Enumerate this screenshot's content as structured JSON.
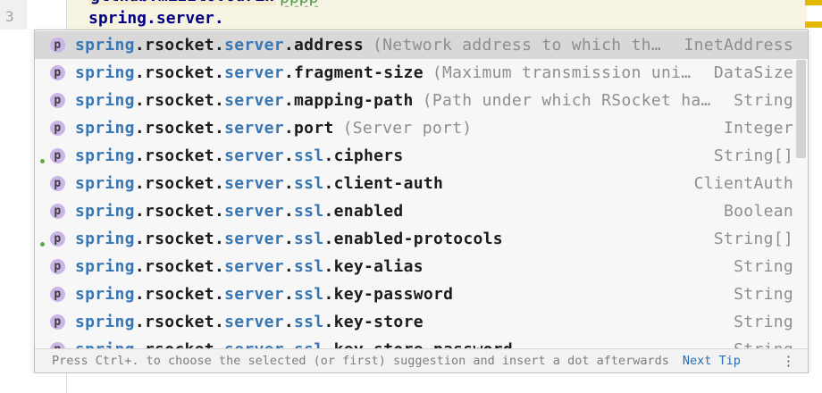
{
  "editor": {
    "line_numbers": {
      "clipped_above": "2",
      "current": "3"
    },
    "clipped_line": {
      "key": "gltnub.mizzlovourin",
      "value": "pppp"
    },
    "typed_line": "spring.server."
  },
  "error_stripe": {
    "marks": [
      "warning",
      "warning"
    ],
    "mark_color": "#e5b800"
  },
  "popup": {
    "icon_letter": "p",
    "items": [
      {
        "selected": true,
        "green_dot": false,
        "segments": [
          {
            "t": "spring",
            "m": true
          },
          {
            "t": ".",
            "m": false
          },
          {
            "t": "rsocket",
            "m": false
          },
          {
            "t": ".",
            "m": false
          },
          {
            "t": "server",
            "m": true
          },
          {
            "t": ".",
            "m": false
          },
          {
            "t": "address",
            "m": false
          }
        ],
        "desc": "(Network address to which th…",
        "type": "InetAddress"
      },
      {
        "selected": false,
        "green_dot": false,
        "segments": [
          {
            "t": "spring",
            "m": true
          },
          {
            "t": ".",
            "m": false
          },
          {
            "t": "rsocket",
            "m": false
          },
          {
            "t": ".",
            "m": false
          },
          {
            "t": "server",
            "m": true
          },
          {
            "t": ".",
            "m": false
          },
          {
            "t": "fragment-size",
            "m": false
          }
        ],
        "desc": "(Maximum transmission uni…",
        "type": "DataSize"
      },
      {
        "selected": false,
        "green_dot": false,
        "segments": [
          {
            "t": "spring",
            "m": true
          },
          {
            "t": ".",
            "m": false
          },
          {
            "t": "rsocket",
            "m": false
          },
          {
            "t": ".",
            "m": false
          },
          {
            "t": "server",
            "m": true
          },
          {
            "t": ".",
            "m": false
          },
          {
            "t": "mapping-path",
            "m": false
          }
        ],
        "desc": "(Path under which RSocket ha…",
        "type": "String"
      },
      {
        "selected": false,
        "green_dot": false,
        "segments": [
          {
            "t": "spring",
            "m": true
          },
          {
            "t": ".",
            "m": false
          },
          {
            "t": "rsocket",
            "m": false
          },
          {
            "t": ".",
            "m": false
          },
          {
            "t": "server",
            "m": true
          },
          {
            "t": ".",
            "m": false
          },
          {
            "t": "port",
            "m": false
          }
        ],
        "desc": "(Server port)",
        "type": "Integer"
      },
      {
        "selected": false,
        "green_dot": true,
        "segments": [
          {
            "t": "spring",
            "m": true
          },
          {
            "t": ".",
            "m": false
          },
          {
            "t": "rsocket",
            "m": false
          },
          {
            "t": ".",
            "m": false
          },
          {
            "t": "server",
            "m": true
          },
          {
            "t": ".",
            "m": false
          },
          {
            "t": "ssl",
            "m": true
          },
          {
            "t": ".",
            "m": false
          },
          {
            "t": "ciphers",
            "m": false
          }
        ],
        "desc": "",
        "type": "String[]"
      },
      {
        "selected": false,
        "green_dot": false,
        "segments": [
          {
            "t": "spring",
            "m": true
          },
          {
            "t": ".",
            "m": false
          },
          {
            "t": "rsocket",
            "m": false
          },
          {
            "t": ".",
            "m": false
          },
          {
            "t": "server",
            "m": true
          },
          {
            "t": ".",
            "m": false
          },
          {
            "t": "ssl",
            "m": true
          },
          {
            "t": ".",
            "m": false
          },
          {
            "t": "client-auth",
            "m": false
          }
        ],
        "desc": "",
        "type": "ClientAuth"
      },
      {
        "selected": false,
        "green_dot": false,
        "segments": [
          {
            "t": "spring",
            "m": true
          },
          {
            "t": ".",
            "m": false
          },
          {
            "t": "rsocket",
            "m": false
          },
          {
            "t": ".",
            "m": false
          },
          {
            "t": "server",
            "m": true
          },
          {
            "t": ".",
            "m": false
          },
          {
            "t": "ssl",
            "m": true
          },
          {
            "t": ".",
            "m": false
          },
          {
            "t": "enabled",
            "m": false
          }
        ],
        "desc": "",
        "type": "Boolean"
      },
      {
        "selected": false,
        "green_dot": true,
        "segments": [
          {
            "t": "spring",
            "m": true
          },
          {
            "t": ".",
            "m": false
          },
          {
            "t": "rsocket",
            "m": false
          },
          {
            "t": ".",
            "m": false
          },
          {
            "t": "server",
            "m": true
          },
          {
            "t": ".",
            "m": false
          },
          {
            "t": "ssl",
            "m": true
          },
          {
            "t": ".",
            "m": false
          },
          {
            "t": "enabled-protocols",
            "m": false
          }
        ],
        "desc": "",
        "type": "String[]"
      },
      {
        "selected": false,
        "green_dot": false,
        "segments": [
          {
            "t": "spring",
            "m": true
          },
          {
            "t": ".",
            "m": false
          },
          {
            "t": "rsocket",
            "m": false
          },
          {
            "t": ".",
            "m": false
          },
          {
            "t": "server",
            "m": true
          },
          {
            "t": ".",
            "m": false
          },
          {
            "t": "ssl",
            "m": true
          },
          {
            "t": ".",
            "m": false
          },
          {
            "t": "key-alias",
            "m": false
          }
        ],
        "desc": "",
        "type": "String"
      },
      {
        "selected": false,
        "green_dot": false,
        "segments": [
          {
            "t": "spring",
            "m": true
          },
          {
            "t": ".",
            "m": false
          },
          {
            "t": "rsocket",
            "m": false
          },
          {
            "t": ".",
            "m": false
          },
          {
            "t": "server",
            "m": true
          },
          {
            "t": ".",
            "m": false
          },
          {
            "t": "ssl",
            "m": true
          },
          {
            "t": ".",
            "m": false
          },
          {
            "t": "key-password",
            "m": false
          }
        ],
        "desc": "",
        "type": "String"
      },
      {
        "selected": false,
        "green_dot": false,
        "segments": [
          {
            "t": "spring",
            "m": true
          },
          {
            "t": ".",
            "m": false
          },
          {
            "t": "rsocket",
            "m": false
          },
          {
            "t": ".",
            "m": false
          },
          {
            "t": "server",
            "m": true
          },
          {
            "t": ".",
            "m": false
          },
          {
            "t": "ssl",
            "m": true
          },
          {
            "t": ".",
            "m": false
          },
          {
            "t": "key-store",
            "m": false
          }
        ],
        "desc": "",
        "type": "String"
      },
      {
        "selected": false,
        "green_dot": false,
        "segments": [
          {
            "t": "spring",
            "m": true
          },
          {
            "t": ".",
            "m": false
          },
          {
            "t": "rsocket",
            "m": false
          },
          {
            "t": ".",
            "m": false
          },
          {
            "t": "server",
            "m": true
          },
          {
            "t": ".",
            "m": false
          },
          {
            "t": "ssl",
            "m": true
          },
          {
            "t": ".",
            "m": false
          },
          {
            "t": "key-store-password",
            "m": false
          }
        ],
        "desc": "",
        "type": "String"
      }
    ],
    "hint": {
      "text": "Press Ctrl+. to choose the selected (or first) suggestion and insert a dot afterwards",
      "link": "Next Tip",
      "more_icon": "⋮"
    }
  },
  "colors": {
    "match_blue": "#3876b4",
    "plain_dark": "#1c1c1c",
    "selected_row": "#d8d8d8",
    "popup_bg": "#f7f7f7",
    "icon_bg": "#c9b5e8",
    "green_dot": "#5bad3c",
    "editor_key_navy": "#000084",
    "editor_value_green": "#4b9b4b",
    "warning_highlight": "#f4ebcd",
    "line_band": "#f8f4e3",
    "stripe_yellow": "#e5b800"
  }
}
